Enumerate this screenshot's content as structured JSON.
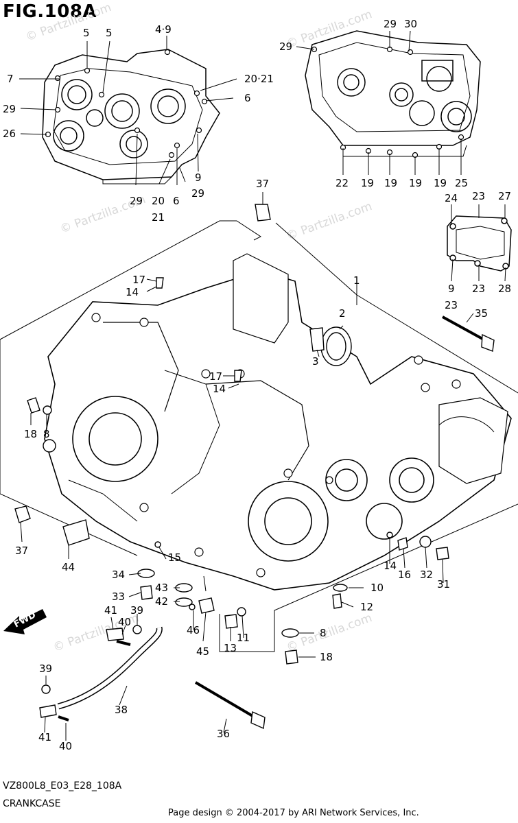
{
  "figure_title": "FIG.108A",
  "drawing_code": "VZ800L8_E03_E28_108A",
  "section_name": "CRANKCASE",
  "credit": "Page design © 2004-2017 by ARI Network Services, Inc.",
  "fwd_label": "FWD",
  "watermark": "© Partzilla.com",
  "callouts": [
    {
      "id": "c-5a",
      "label": "5"
    },
    {
      "id": "c-5b",
      "label": "5"
    },
    {
      "id": "c-49",
      "label": "4·9"
    },
    {
      "id": "c-7",
      "label": "7"
    },
    {
      "id": "c-2021a",
      "label": "20·21"
    },
    {
      "id": "c-6a",
      "label": "6"
    },
    {
      "id": "c-29a",
      "label": "29"
    },
    {
      "id": "c-26",
      "label": "26"
    },
    {
      "id": "c-9a",
      "label": "9"
    },
    {
      "id": "c-29b",
      "label": "29"
    },
    {
      "id": "c-29c",
      "label": "29"
    },
    {
      "id": "c-20",
      "label": "20"
    },
    {
      "id": "c-21",
      "label": "21"
    },
    {
      "id": "c-6b",
      "label": "6"
    },
    {
      "id": "c-29d",
      "label": "29"
    },
    {
      "id": "c-30",
      "label": "30"
    },
    {
      "id": "c-29e",
      "label": "29"
    },
    {
      "id": "c-22",
      "label": "22"
    },
    {
      "id": "c-19a",
      "label": "19"
    },
    {
      "id": "c-19b",
      "label": "19"
    },
    {
      "id": "c-19c",
      "label": "19"
    },
    {
      "id": "c-19d",
      "label": "19"
    },
    {
      "id": "c-25",
      "label": "25"
    },
    {
      "id": "c-37a",
      "label": "37"
    },
    {
      "id": "c-24",
      "label": "24"
    },
    {
      "id": "c-23a",
      "label": "23"
    },
    {
      "id": "c-27",
      "label": "27"
    },
    {
      "id": "c-9b",
      "label": "9"
    },
    {
      "id": "c-23b",
      "label": "23"
    },
    {
      "id": "c-28",
      "label": "28"
    },
    {
      "id": "c-23c",
      "label": "23"
    },
    {
      "id": "c-1",
      "label": "1"
    },
    {
      "id": "c-17a",
      "label": "17"
    },
    {
      "id": "c-14a",
      "label": "14"
    },
    {
      "id": "c-2",
      "label": "2"
    },
    {
      "id": "c-3",
      "label": "3"
    },
    {
      "id": "c-35",
      "label": "35"
    },
    {
      "id": "c-17b",
      "label": "17"
    },
    {
      "id": "c-14b",
      "label": "14"
    },
    {
      "id": "c-18a",
      "label": "18"
    },
    {
      "id": "c-8a",
      "label": "8"
    },
    {
      "id": "c-37b",
      "label": "37"
    },
    {
      "id": "c-44",
      "label": "44"
    },
    {
      "id": "c-15",
      "label": "15"
    },
    {
      "id": "c-34",
      "label": "34"
    },
    {
      "id": "c-43",
      "label": "43"
    },
    {
      "id": "c-33",
      "label": "33"
    },
    {
      "id": "c-42",
      "label": "42"
    },
    {
      "id": "c-41a",
      "label": "41"
    },
    {
      "id": "c-39a",
      "label": "39"
    },
    {
      "id": "c-40a",
      "label": "40"
    },
    {
      "id": "c-46",
      "label": "46"
    },
    {
      "id": "c-45",
      "label": "45"
    },
    {
      "id": "c-14c",
      "label": "14"
    },
    {
      "id": "c-16",
      "label": "16"
    },
    {
      "id": "c-32",
      "label": "32"
    },
    {
      "id": "c-31",
      "label": "31"
    },
    {
      "id": "c-10",
      "label": "10"
    },
    {
      "id": "c-12",
      "label": "12"
    },
    {
      "id": "c-13",
      "label": "13"
    },
    {
      "id": "c-11",
      "label": "11"
    },
    {
      "id": "c-8b",
      "label": "8"
    },
    {
      "id": "c-18b",
      "label": "18"
    },
    {
      "id": "c-39b",
      "label": "39"
    },
    {
      "id": "c-38",
      "label": "38"
    },
    {
      "id": "c-36",
      "label": "36"
    },
    {
      "id": "c-41b",
      "label": "41"
    },
    {
      "id": "c-40b",
      "label": "40"
    }
  ]
}
